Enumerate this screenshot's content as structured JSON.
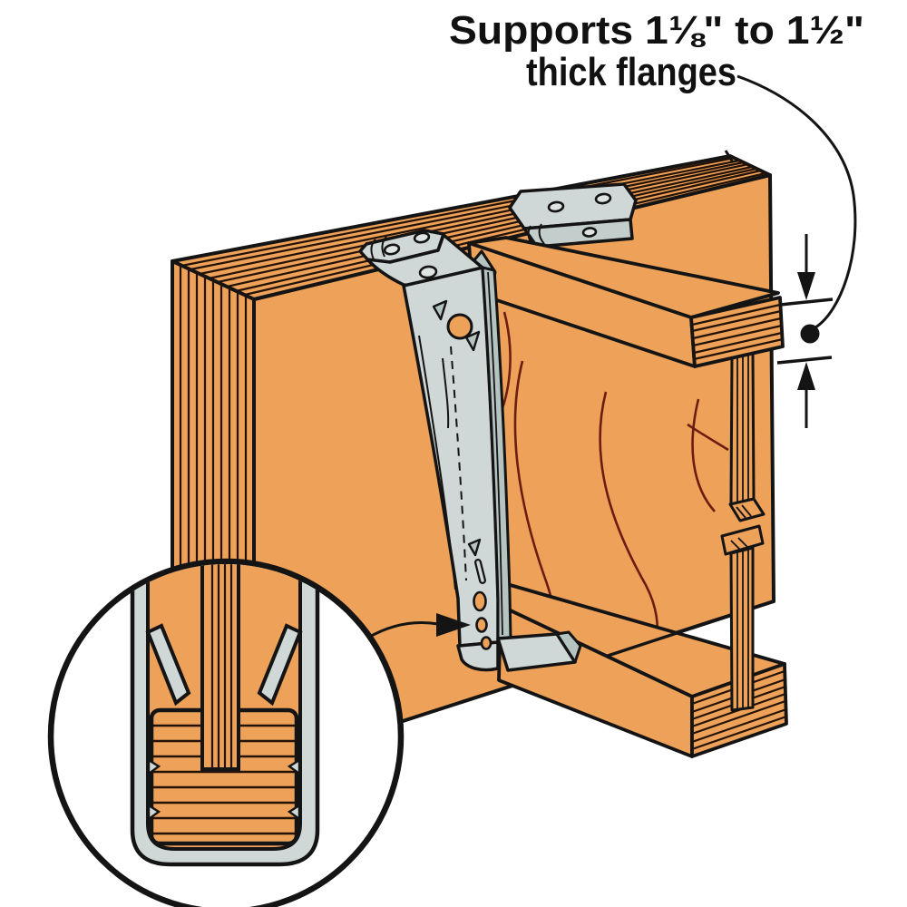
{
  "callout": {
    "line1": "Supports 1⅛\" to 1½\"",
    "line2": "thick flanges"
  },
  "dimension_indicator": {
    "upper_icon": "down-arrow-icon",
    "lower_icon": "up-arrow-icon",
    "marker_icon": "leader-dot-icon",
    "measures": "flange thickness"
  },
  "inset": {
    "icon": "magnifier-detail-circle",
    "shows": "hanger seat cross-section"
  },
  "colors": {
    "wood": "#EDA159",
    "wood_lamination_line": "#241206",
    "wood_grain_line": "#6B1D12",
    "steel_light": "#CFD8D6",
    "steel_dark": "#B5C3C1",
    "outline": "#141414",
    "background": "#FFFFFF",
    "text": "#111111"
  }
}
